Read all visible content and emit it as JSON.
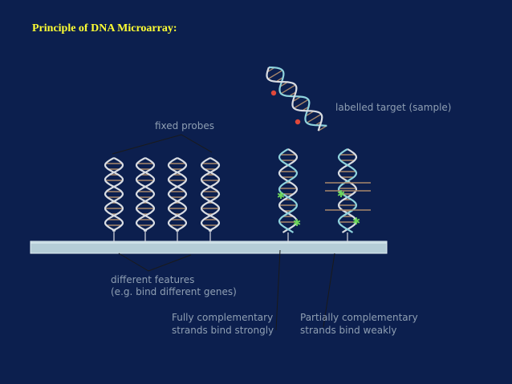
{
  "slide": {
    "title": "Principle of DNA Microarray:"
  },
  "diagram": {
    "labels": {
      "labelled_target": "labelled target (sample)",
      "fixed_probes": "fixed probes",
      "features_line1": "different features",
      "features_line2": "(e.g. bind different genes)",
      "fully_line1": "Fully complementary",
      "fully_line2": "strands bind strongly",
      "partial_line1": "Partially complementary",
      "partial_line2": "strands bind weakly"
    },
    "colors": {
      "background": "#0c1f4e",
      "title": "#ffff33",
      "label": "#8f9fb3",
      "strand": "#d9dde3",
      "target_strand": "#8fd3dd",
      "rung": "#a8876a",
      "label_marker": "#e0483a",
      "fluor_marker": "#6cd65a",
      "slide_glass": "#b5cdd7"
    }
  }
}
